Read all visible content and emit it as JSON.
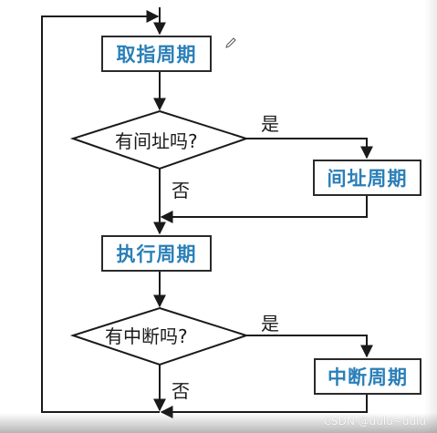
{
  "nodes": {
    "fetch": "取指周期",
    "indirect_question": "有间址吗?",
    "indirect": "间址周期",
    "execute": "执行周期",
    "interrupt_question": "有中断吗?",
    "interrupt": "中断周期"
  },
  "branches": {
    "yes": "是",
    "no": "否"
  },
  "watermark": "CSDN @dulu~dulu",
  "colors": {
    "box_text": "#2a7fb8",
    "stroke": "#1a1a1a"
  }
}
